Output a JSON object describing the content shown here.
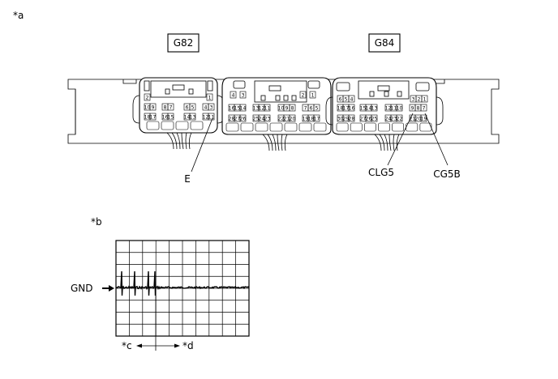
{
  "figure_a": {
    "marker": "*a",
    "connectors": [
      {
        "id": "g82",
        "label": "G82"
      },
      {
        "id": "g84",
        "label": "G84"
      }
    ],
    "callouts": [
      {
        "id": "e",
        "label": "E"
      },
      {
        "id": "clg5",
        "label": "CLG5"
      },
      {
        "id": "cg5b",
        "label": "CG5B"
      }
    ],
    "pin_rows": {
      "g82": [
        [
          "2",
          "1"
        ],
        [
          "10",
          "9",
          "8",
          "7",
          "6",
          "5",
          "4",
          "3"
        ],
        [
          "18",
          "17",
          "16",
          "15",
          "14",
          "13",
          "12",
          "11"
        ]
      ],
      "mid": [
        [
          "4",
          "3",
          "2",
          "1"
        ],
        [
          "16",
          "15",
          "14",
          "13",
          "12",
          "11",
          "10",
          "9",
          "8",
          "7",
          "6",
          "5"
        ],
        [
          "28",
          "27",
          "26",
          "25",
          "24",
          "23",
          "22",
          "21",
          "20",
          "19",
          "18",
          "17"
        ]
      ],
      "g84": [
        [
          "6",
          "5",
          "4",
          "3",
          "2",
          "1"
        ],
        [
          "18",
          "17",
          "16",
          "15",
          "14",
          "13",
          "12",
          "11",
          "10",
          "9",
          "8",
          "7"
        ],
        [
          "30",
          "29",
          "28",
          "27",
          "26",
          "25",
          "24",
          "23",
          "22",
          "21",
          "20",
          "19"
        ]
      ]
    }
  },
  "figure_b": {
    "marker": "*b",
    "gnd_label": "GND",
    "label_c": "*c",
    "label_d": "*d",
    "grid_divisions": {
      "horizontal": 10,
      "vertical": 8
    }
  }
}
